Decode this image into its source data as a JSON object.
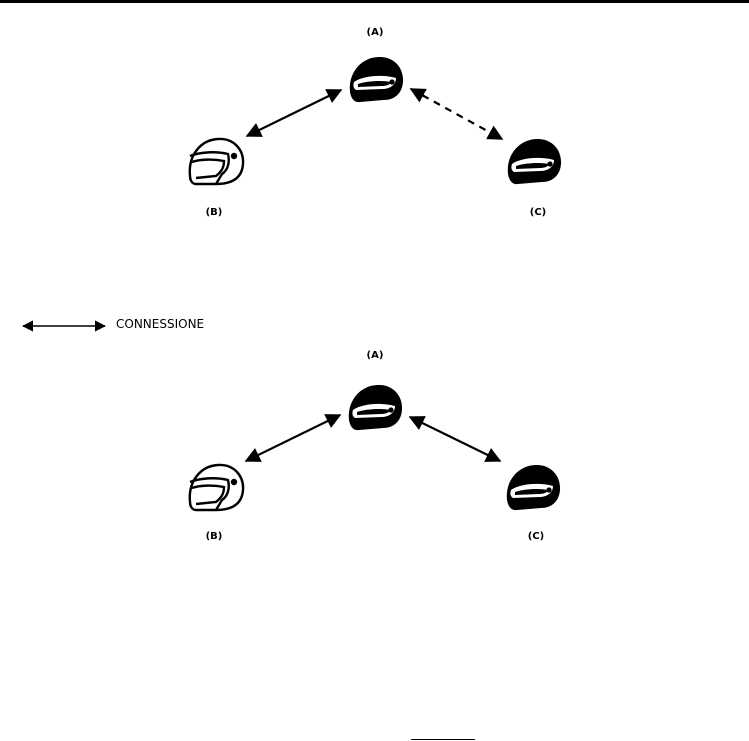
{
  "diagrams": [
    {
      "labels": {
        "a": "(A)",
        "b": "(B)",
        "c": "(C)"
      },
      "link_ab": "solid",
      "link_ac": "dashed"
    },
    {
      "labels": {
        "a": "(A)",
        "b": "(B)",
        "c": "(C)"
      },
      "link_ab": "solid",
      "link_ac": "solid"
    }
  ],
  "legend": {
    "text": "CONNESSIONE"
  },
  "icons": {
    "a": "helmet-filled-icon",
    "b": "helmet-outline-icon",
    "c": "helmet-filled-icon"
  }
}
